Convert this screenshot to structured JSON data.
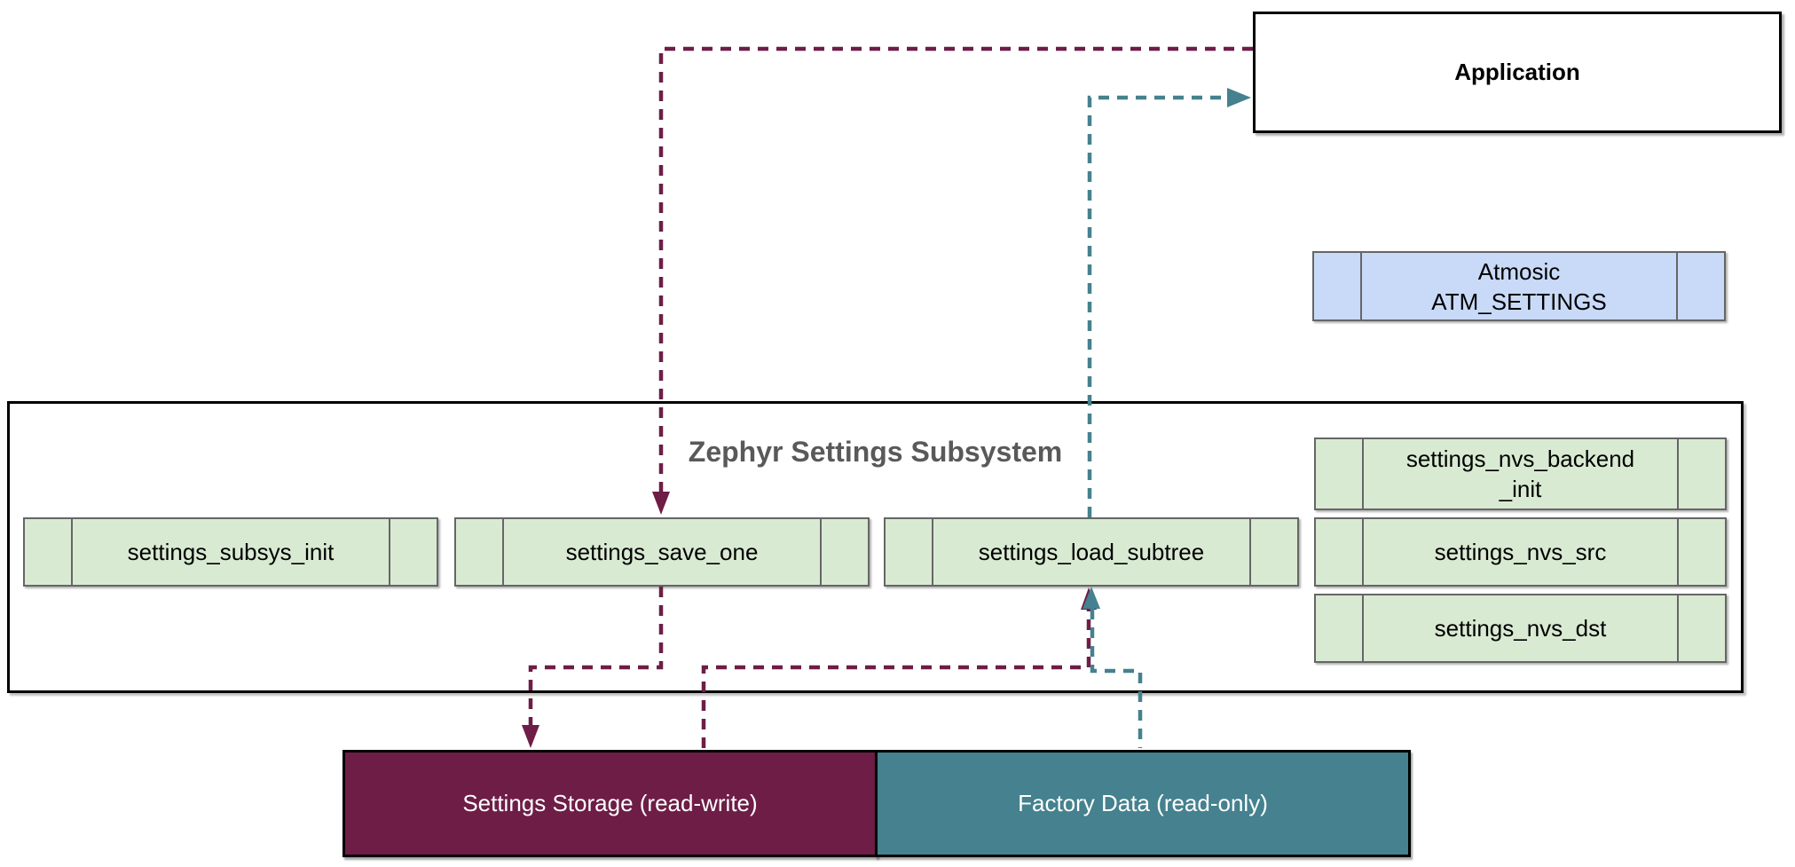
{
  "diagram": {
    "application": "Application",
    "atmosic": {
      "line1": "Atmosic",
      "line2": "ATM_SETTINGS"
    },
    "subsystem_title": "Zephyr Settings Subsystem",
    "functions": {
      "subsys_init": "settings_subsys_init",
      "save_one": "settings_save_one",
      "load_subtree": "settings_load_subtree",
      "nvs_backend_init_line1": "settings_nvs_backend",
      "nvs_backend_init_line2": "_init",
      "nvs_src": "settings_nvs_src",
      "nvs_dst": "settings_nvs_dst"
    },
    "storage": {
      "settings_storage": "Settings Storage (read-write)",
      "factory_data": "Factory Data (read-only)"
    },
    "edges": [
      {
        "from": "Application",
        "to": "settings_save_one",
        "color": "maroon",
        "style": "dashed-arrow"
      },
      {
        "from": "settings_load_subtree",
        "to": "Application",
        "color": "teal",
        "style": "dashed-arrow"
      },
      {
        "from": "settings_save_one",
        "to": "Settings Storage (read-write)",
        "color": "maroon",
        "style": "dashed-arrow"
      },
      {
        "from": "Settings Storage (read-write)",
        "to": "settings_load_subtree",
        "color": "maroon",
        "style": "dashed-arrow"
      },
      {
        "from": "Factory Data (read-only)",
        "to": "settings_load_subtree",
        "color": "teal",
        "style": "dashed-arrow"
      }
    ],
    "colors": {
      "maroon": "#6e1d47",
      "teal": "#45818e",
      "green_fill": "#d9ead3",
      "green_border": "#666666",
      "blue_fill": "#c9daf8",
      "title_gray": "#595959"
    }
  }
}
